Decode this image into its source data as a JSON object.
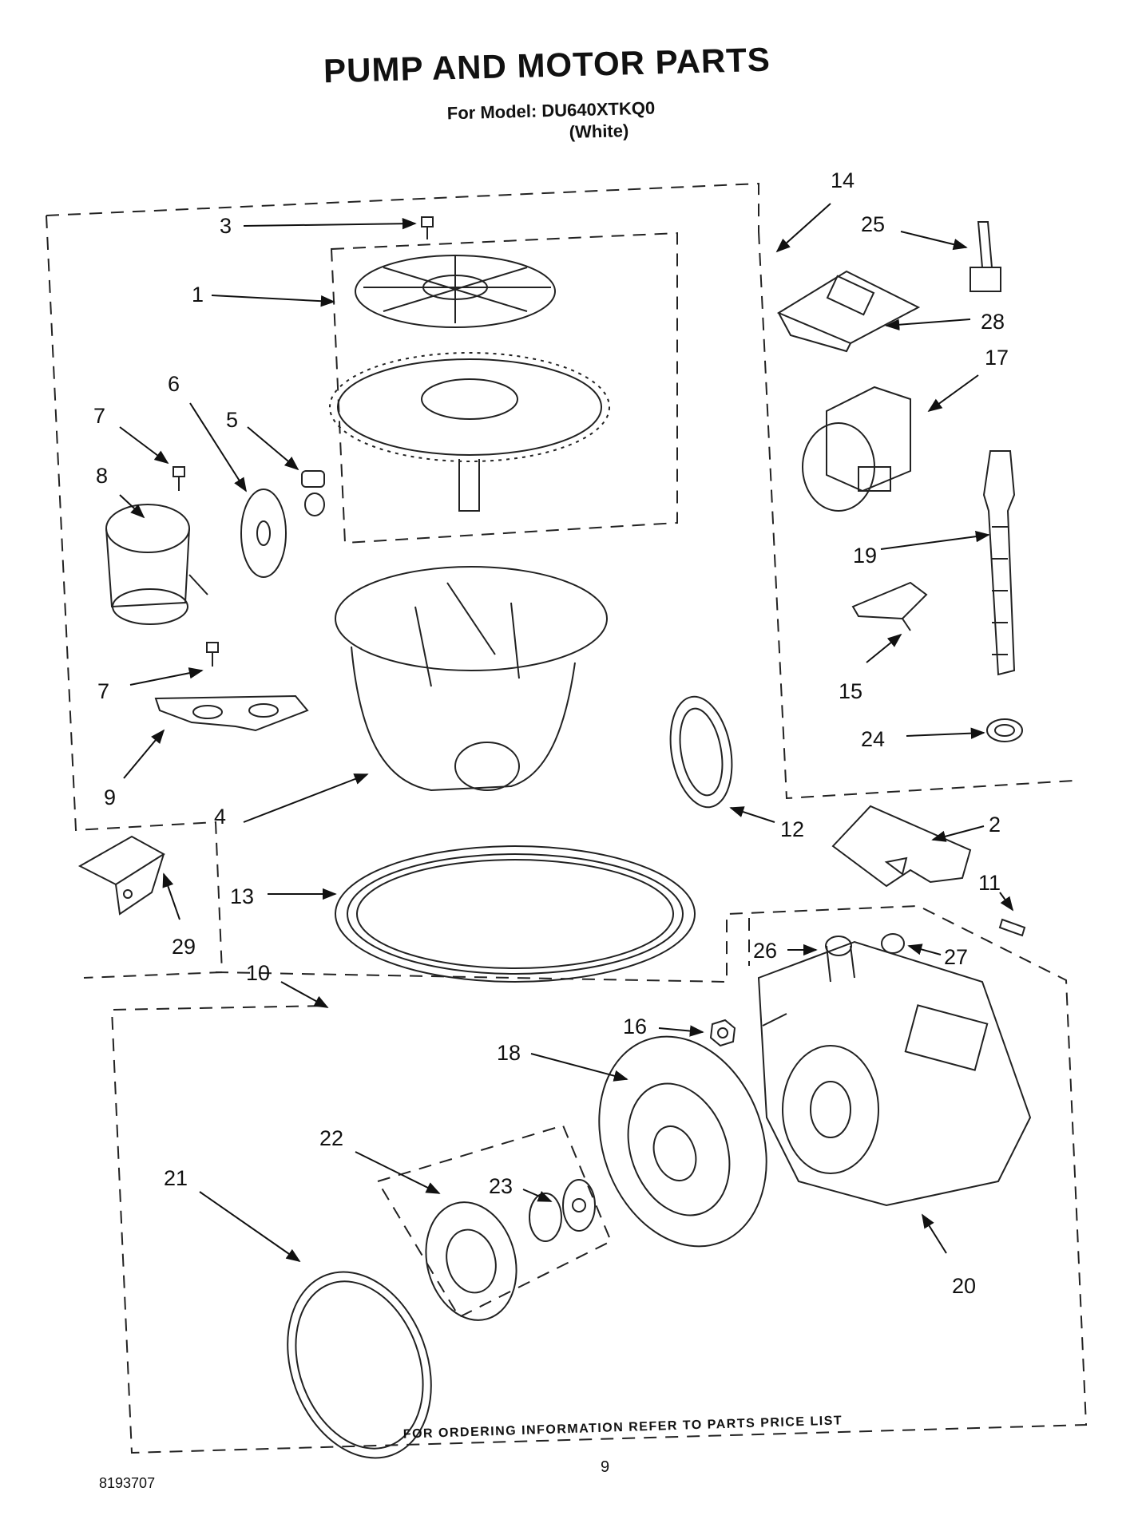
{
  "title": "PUMP AND MOTOR PARTS",
  "subtitle": "For Model: DU640XTKQ0",
  "color_variant": "(White)",
  "footer_note": "FOR ORDERING INFORMATION REFER TO PARTS PRICE LIST",
  "page_number": "9",
  "document_number": "8193707",
  "callouts": {
    "c1": "1",
    "c2": "2",
    "c3": "3",
    "c4": "4",
    "c5": "5",
    "c6": "6",
    "c7a": "7",
    "c7b": "7",
    "c8": "8",
    "c9": "9",
    "c10": "10",
    "c11": "11",
    "c12": "12",
    "c13": "13",
    "c14": "14",
    "c15": "15",
    "c16": "16",
    "c17": "17",
    "c18": "18",
    "c19": "19",
    "c20": "20",
    "c21": "21",
    "c22": "22",
    "c23": "23",
    "c24": "24",
    "c25": "25",
    "c26": "26",
    "c27": "27",
    "c28": "28",
    "c29": "29"
  }
}
